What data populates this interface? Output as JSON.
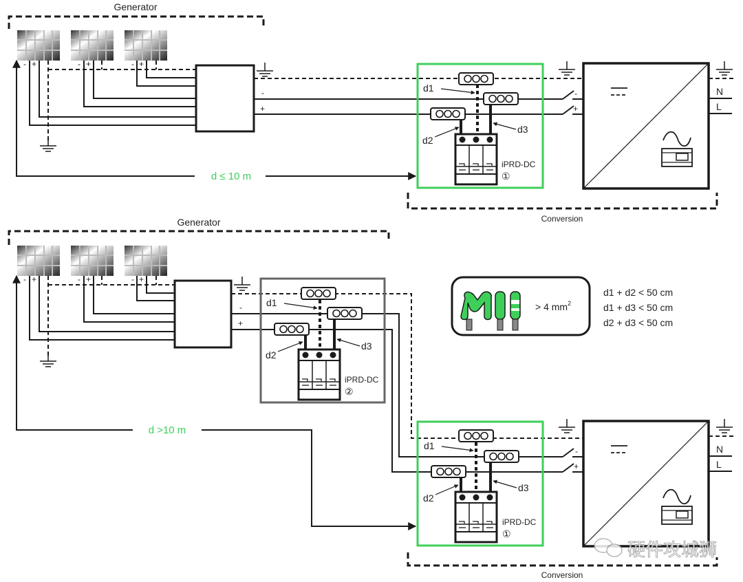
{
  "diagram": {
    "title": "PV installation surge protection (iPRD-DC) wiring distances",
    "top_scenario": {
      "generator_label": "Generator",
      "conversion_label": "Conversion",
      "distance_label": "d ≤ 10 m",
      "spd_label": "iPRD-DC",
      "spd_index": "①",
      "d1": "d1",
      "d2": "d2",
      "d3": "d3",
      "minus": "-",
      "plus": "+",
      "neutral": "N",
      "line": "L"
    },
    "bottom_scenario": {
      "generator_label": "Generator",
      "conversion_label": "Conversion",
      "distance_label": "d >10 m",
      "spd2_label": "iPRD-DC",
      "spd2_index": "②",
      "spd1_label": "iPRD-DC",
      "spd1_index": "①",
      "d1": "d1",
      "d2": "d2",
      "d3": "d3",
      "minus": "-",
      "plus": "+",
      "neutral": "N",
      "line": "L"
    },
    "cable_note": {
      "section_prefix": "> 4 mm",
      "section_sup": "2",
      "rules": [
        "d1 + d2 < 50 cm",
        "d1 + d3 < 50 cm",
        "d2 + d3 < 50 cm"
      ]
    },
    "terminal_block_glyph": "OOO",
    "panel_terminal_minus": "-",
    "panel_terminal_plus": "+",
    "watermark": "硬件攻城狮",
    "colors": {
      "green": "#3ecf5a",
      "gray_box": "#666666",
      "line": "#1a1a1a"
    }
  }
}
